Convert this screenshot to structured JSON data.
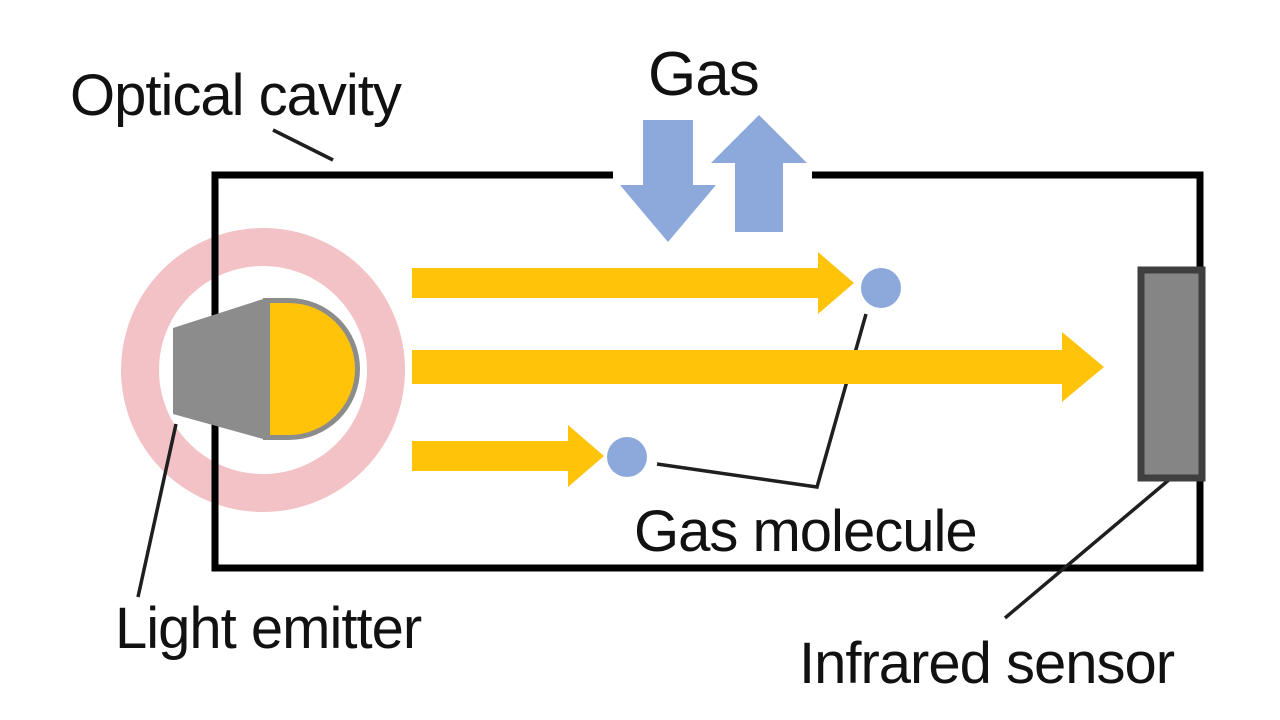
{
  "scene": {
    "labels": {
      "optical_cavity": "Optical cavity",
      "gas": "Gas",
      "gas_molecule": "Gas molecule",
      "light_emitter": "Light emitter",
      "infrared_sensor": "Infrared sensor"
    },
    "colors": {
      "background": "#FFFFFF",
      "beam_yellow": "#FFC40A",
      "gas_arrow_blue": "#8DA9DC",
      "molecule_blue": "#8DA9DC",
      "halo_pink": "#F2C2C6",
      "emitter_gray": "#8C8C8C",
      "sensor_fill": "#858585",
      "sensor_border": "#3F3F3F",
      "cavity_border": "#000000",
      "leader_line": "#1F1F1F",
      "text": "#111111"
    }
  }
}
